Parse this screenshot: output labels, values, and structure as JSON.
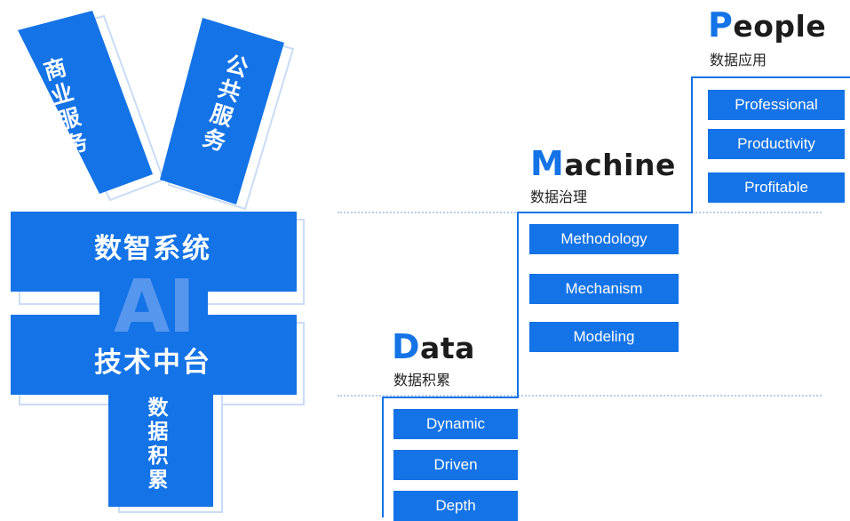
{
  "logo": {
    "left_arm": "商业服务",
    "right_arm": "公共服务",
    "top_bar": "数智系统",
    "center_watermark": "AI",
    "bottom_bar": "技术中台",
    "stem": "数据积累"
  },
  "tiers": [
    {
      "key": "data",
      "title_first": "D",
      "title_rest": "ata",
      "subtitle": "数据积累",
      "items": [
        "Dynamic",
        "Driven",
        "Depth"
      ]
    },
    {
      "key": "machine",
      "title_first": "M",
      "title_rest": "achine",
      "subtitle": "数据治理",
      "items": [
        "Methodology",
        "Mechanism",
        "Modeling"
      ]
    },
    {
      "key": "people",
      "title_first": "P",
      "title_rest": "eople",
      "subtitle": "数据应用",
      "items": [
        "Professional",
        "Productivity",
        "Profitable"
      ]
    }
  ],
  "colors": {
    "accent": "#1473e6",
    "shadow": "#d7e6fb",
    "dotted": "#b9cdea",
    "watermark": "#6da2f0"
  }
}
